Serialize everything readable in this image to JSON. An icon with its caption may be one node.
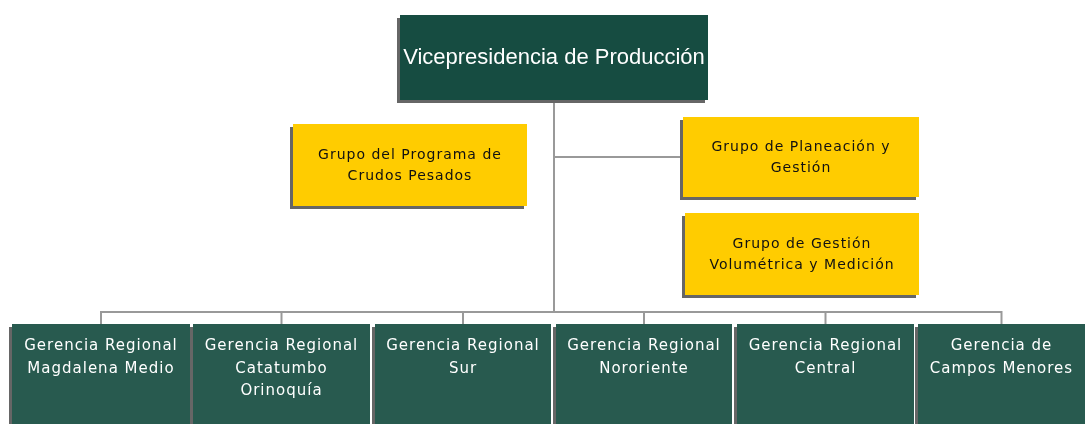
{
  "diagram": {
    "nodes": [
      {
        "text": [
          "Vicepresidencia de Producción"
        ]
      },
      {
        "text": [
          "Grupo del Programa de Crudos Pesados"
        ]
      },
      {
        "text": [
          "Grupo de Planeación y Gestión"
        ]
      },
      {
        "text": [
          "Grupo de Gestión Volumétrica y Medición"
        ]
      },
      {
        "text": [
          "Gerencia Regional Magdalena Medio"
        ]
      },
      {
        "text": [
          "Gerencia Regional Catatumbo Orinoquía"
        ]
      },
      {
        "text": [
          "Gerencia Regional Sur"
        ]
      },
      {
        "text": [
          "Gerencia Regional Nororiente"
        ]
      },
      {
        "text": [
          "Gerencia Regional Central"
        ]
      },
      {
        "text": [
          "Gerencia de Campos Menores"
        ]
      }
    ],
    "edges": [
      {
        "from": 0,
        "to": 2,
        "arrow": "none"
      },
      {
        "from": 0,
        "to": 4,
        "arrow": "none"
      },
      {
        "from": 0,
        "to": 5,
        "arrow": "none"
      },
      {
        "from": 0,
        "to": 6,
        "arrow": "none"
      },
      {
        "from": 0,
        "to": 7,
        "arrow": "none"
      },
      {
        "from": 0,
        "to": 8,
        "arrow": "none"
      },
      {
        "from": 0,
        "to": 9,
        "arrow": "none"
      }
    ]
  }
}
